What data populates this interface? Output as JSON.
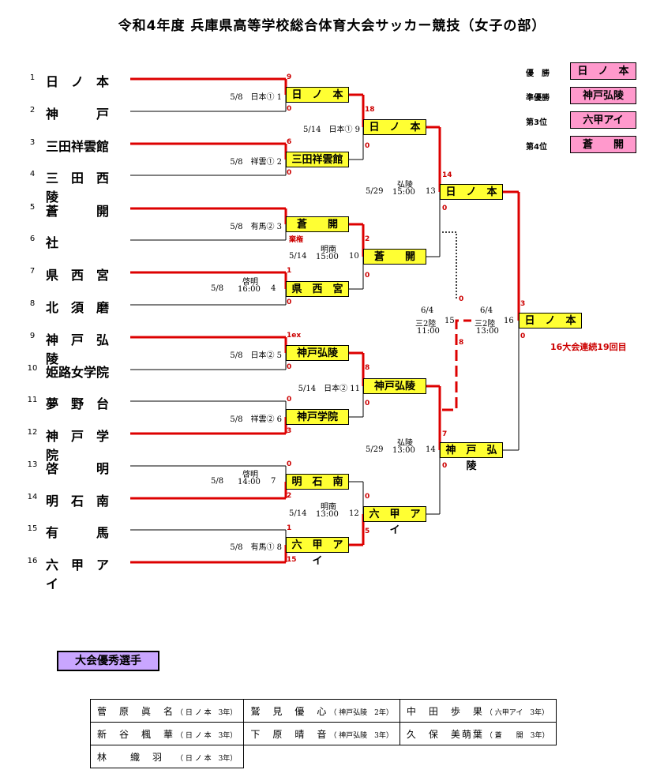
{
  "title": "令和4年度 兵庫県高等学校総合体育大会サッカー競技（女子の部）",
  "teams": [
    {
      "num": "1",
      "name": "日　ノ　本"
    },
    {
      "num": "2",
      "name": "神　　　戸"
    },
    {
      "num": "3",
      "name": "三田祥雲館"
    },
    {
      "num": "4",
      "name": "三　田　西　陵"
    },
    {
      "num": "5",
      "name": "蒼　　　開"
    },
    {
      "num": "6",
      "name": "社"
    },
    {
      "num": "7",
      "name": "県　西　宮"
    },
    {
      "num": "8",
      "name": "北　須　磨"
    },
    {
      "num": "9",
      "name": "神　戸　弘　陵"
    },
    {
      "num": "10",
      "name": "姫路女学院"
    },
    {
      "num": "11",
      "name": "夢　野　台"
    },
    {
      "num": "12",
      "name": "神　戸　学　院"
    },
    {
      "num": "13",
      "name": "啓　　　明"
    },
    {
      "num": "14",
      "name": "明　石　南"
    },
    {
      "num": "15",
      "name": "有　　　馬"
    },
    {
      "num": "16",
      "name": "六　甲　ア　イ"
    }
  ],
  "r1": [
    {
      "info": "5/8　日本① 1",
      "winner": "日　ノ　本",
      "s1": "9",
      "s2": "0"
    },
    {
      "info": "5/8　祥雲① 2",
      "winner": "三田祥雲館",
      "s1": "6",
      "s2": "0"
    },
    {
      "info": "5/8　有馬② 3",
      "winner": "蒼　　開",
      "s1": "",
      "s2": "",
      "note": "棄権"
    },
    {
      "info_date": "5/8",
      "info_venue": "啓明",
      "info_time": "16:00",
      "info_no": "4",
      "winner": "県　西　宮",
      "s1": "1",
      "s2": "0"
    },
    {
      "info": "5/8　日本② 5",
      "winner": "神戸弘陵",
      "s1": "1ex",
      "s2": "0"
    },
    {
      "info": "5/8　祥雲② 6",
      "winner": "神戸学院",
      "s1": "0",
      "s2": "3"
    },
    {
      "info_date": "5/8",
      "info_venue": "啓明",
      "info_time": "14:00",
      "info_no": "7",
      "winner": "明　石　南",
      "s1": "0",
      "s2": "2"
    },
    {
      "info": "5/8　有馬① 8",
      "winner": "六　甲　ア　イ",
      "s1": "1",
      "s2": "15"
    }
  ],
  "r2": [
    {
      "info": "5/14　日本① 9",
      "winner": "日　ノ　本",
      "s1": "18",
      "s2": "0"
    },
    {
      "info_date": "5/14",
      "info_venue": "明南",
      "info_time": "15:00",
      "info_no": "10",
      "winner": "蒼　　開",
      "s1": "2",
      "s2": "0"
    },
    {
      "info": "5/14　日本② 11",
      "winner": "神戸弘陵",
      "s1": "8",
      "s2": "0"
    },
    {
      "info_date": "5/14",
      "info_venue": "明南",
      "info_time": "13:00",
      "info_no": "12",
      "winner": "六　甲　ア　イ",
      "s1": "0",
      "s2": "5"
    }
  ],
  "r3": [
    {
      "info_date": "5/29",
      "info_venue": "弘陵",
      "info_time": "15:00",
      "info_no": "13",
      "winner": "日　ノ　本",
      "s1": "14",
      "s2": "0"
    },
    {
      "info_date": "5/29",
      "info_venue": "弘陵",
      "info_time": "13:00",
      "info_no": "14",
      "winner": "神　戸　弘　陵",
      "s1": "7",
      "s2": "0"
    }
  ],
  "third": {
    "date": "6/4",
    "venue": "三2陸",
    "time": "11:00",
    "no": "15",
    "s1": "0",
    "s2": "8"
  },
  "final": {
    "date": "6/4",
    "venue": "三2陸",
    "time": "13:00",
    "no": "16",
    "winner": "日　ノ　本",
    "s1": "3",
    "s2": "0",
    "note": "16大会連続19回目"
  },
  "ranks": [
    {
      "label": "優　勝",
      "team": "日　ノ　本"
    },
    {
      "label": "準優勝",
      "team": "神戸弘陵"
    },
    {
      "label": "第3位",
      "team": "六甲アイ"
    },
    {
      "label": "第4位",
      "team": "蒼　　開"
    }
  ],
  "awards_title": "大会優秀選手",
  "players": [
    [
      {
        "name": "菅　原　眞　名",
        "school": "（ 日 ノ 本　3年）"
      },
      {
        "name": "鷲　見　優　心",
        "school": "（ 神戸弘陵　2年）"
      },
      {
        "name": "中　田　歩　果",
        "school": "（ 六甲アイ　3年）"
      }
    ],
    [
      {
        "name": "新　谷　楓　華",
        "school": "（ 日 ノ 本　3年）"
      },
      {
        "name": "下　原　晴　音",
        "school": "（ 神戸弘陵　3年）"
      },
      {
        "name": "久　保　美萌葉",
        "school": "（ 蒼　　開　3年）"
      }
    ],
    [
      {
        "name": "林　　織　羽",
        "school": "（ 日 ノ 本　3年）"
      }
    ]
  ],
  "colors": {
    "win_line": "#dd0000",
    "box_fill": "#ffff33",
    "rank_fill": "#ff99cc",
    "award_fill": "#c9a6ff"
  }
}
